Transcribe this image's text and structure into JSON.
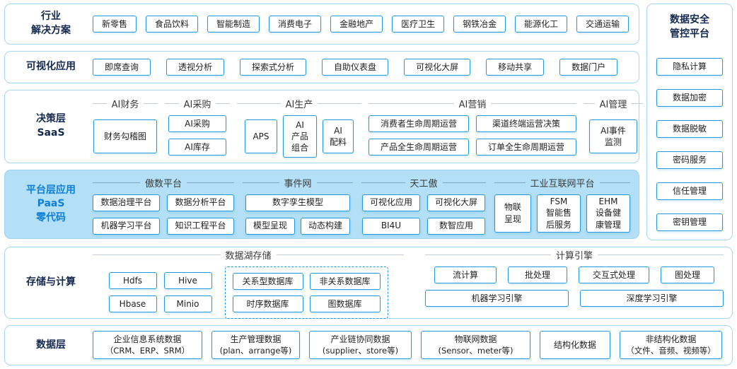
{
  "colors": {
    "accent_border": "#2499e0",
    "row_border": "#a6d6f2",
    "paas_background": "#b3e0f7",
    "label_navy": "#15294e",
    "paas_label_blue": "#0d7fd6"
  },
  "industry": {
    "label_line1": "行业",
    "label_line2": "解决方案",
    "items": [
      "新零售",
      "食品饮料",
      "智能制造",
      "消费电子",
      "金融地产",
      "医疗卫生",
      "钢铁冶金",
      "能源化工",
      "交通运输"
    ]
  },
  "visualization": {
    "label": "可视化应用",
    "items": [
      "即席查询",
      "透视分析",
      "探索式分析",
      "自助仪表盘",
      "可视化大屏",
      "移动共享",
      "数据门户"
    ]
  },
  "saas": {
    "label_line1": "决策层",
    "label_line2": "SaaS",
    "groups": {
      "finance": {
        "title": "AI财务",
        "items": [
          "财务勾稽图"
        ]
      },
      "purchase": {
        "title": "AI采购",
        "items": [
          "AI采购",
          "AI库存"
        ]
      },
      "production": {
        "title": "AI生产",
        "items": [
          "APS",
          "AI\n产品\n组合",
          "AI\n配料"
        ]
      },
      "marketing": {
        "title": "AI营销",
        "items": [
          "消费者生命周期运营",
          "渠道终端运营决策",
          "产品全生命周期运营",
          "订单全生命周期运营"
        ]
      },
      "management": {
        "title": "AI管理",
        "items": [
          "AI事件\n监测"
        ]
      }
    }
  },
  "paas": {
    "label_line1": "平台层应用",
    "label_line2": "PaaS",
    "label_line3": "零代码",
    "groups": {
      "aoshu": {
        "title": "傲数平台",
        "items": [
          "数据治理平台",
          "数据分析平台",
          "机器学习平台",
          "知识工程平台"
        ]
      },
      "event": {
        "title": "事件网",
        "items": [
          "数字孪生模型",
          "模型呈现",
          "动态构建"
        ]
      },
      "tiangong": {
        "title": "天工傲",
        "items": [
          "可视化应用",
          "可视化大屏",
          "BI4U",
          "数智应用"
        ]
      },
      "iiot": {
        "title": "工业互联网平台",
        "items": [
          "物联\n呈现",
          "FSM\n智能售\n后服务",
          "EHM\n设备健\n康管理"
        ]
      }
    }
  },
  "storage": {
    "label": "存储与计算",
    "lake": {
      "title": "数据湖存储",
      "items": [
        "Hdfs",
        "Hive",
        "Hbase",
        "Minio"
      ],
      "databases": [
        "关系型数据库",
        "非关系数据库",
        "时序数据库",
        "图数据库"
      ]
    },
    "engine": {
      "title": "计算引擎",
      "items": [
        "流计算",
        "批处理",
        "交互式处理",
        "图处理",
        "机器学习引擎",
        "深度学习引擎"
      ]
    }
  },
  "data_layer": {
    "label": "数据层",
    "items": [
      {
        "line1": "企业信息系统数据",
        "line2": "（CRM、ERP、SRM）"
      },
      {
        "line1": "生产管理数据",
        "line2": "(plan、arrange等)"
      },
      {
        "line1": "产业链协同数据",
        "line2": "(supplier、store等)"
      },
      {
        "line1": "物联网数据",
        "line2": "(Sensor、meter等)"
      },
      {
        "line1": "结构化数据",
        "line2": ""
      },
      {
        "line1": "非结构化数据",
        "line2": "（文件、音频、视频等）"
      }
    ]
  },
  "security": {
    "title_line1": "数据安全",
    "title_line2": "管控平台",
    "items": [
      "隐私计算",
      "数据加密",
      "数据脱敏",
      "密码服务",
      "信任管理",
      "密钥管理"
    ]
  }
}
